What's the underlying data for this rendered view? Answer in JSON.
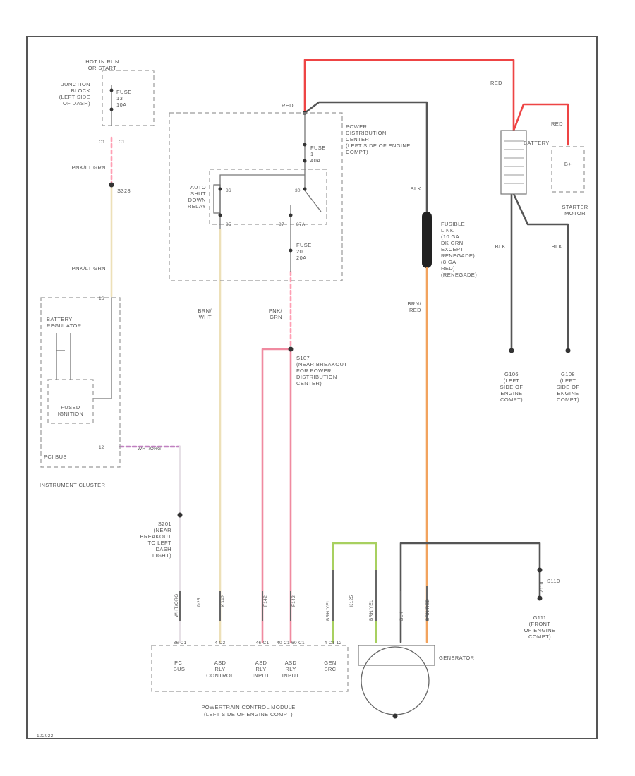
{
  "diagram_id": "102022",
  "colors": {
    "red": "#ee4444",
    "black": "#555555",
    "orange": "#f2a35e",
    "pink": "#f08aa0",
    "pink_dashed": "#ff9fb4",
    "yellow": "#ede0b8",
    "violet": "#c080c0",
    "green": "#a8d060",
    "frame": "#555555",
    "dashed_box": "#9a9a9a"
  },
  "labels": {
    "hot_in_run": [
      "HOT IN RUN",
      "OR START"
    ],
    "junction_block": [
      "JUNCTION",
      "BLOCK",
      "(LEFT SIDE",
      "OF DASH)"
    ],
    "fuse_13": [
      "FUSE",
      "13",
      "10A"
    ],
    "c1_left": "C1",
    "c1_right": "C1",
    "pnk_lt_grn_top": "PNK/LT GRN",
    "s328": "S328",
    "pnk_lt_grn_mid": "PNK/LT GRN",
    "instrument_cluster": "INSTRUMENT CLUSTER",
    "battery_regulator": [
      "BATTERY",
      "REGULATOR"
    ],
    "fused_ignition": [
      "FUSED",
      "IGNITION"
    ],
    "pci_bus_ic": "PCI BUS",
    "ic_pin_top": "16",
    "ic_pin_bottom": "12",
    "wht_org_ic": "WHT/ORG",
    "s201": [
      "S201",
      "(NEAR",
      "BREAKOUT",
      "TO LEFT",
      "DASH",
      "LIGHT)"
    ],
    "red_top": "RED",
    "pdc": [
      "POWER",
      "DISTRIBUTION",
      "CENTER",
      "(LEFT SIDE OF ENGINE",
      "COMPT)"
    ],
    "fuse_1": [
      "FUSE",
      "1",
      "40A"
    ],
    "asd_relay": [
      "AUTO",
      "SHUT",
      "DOWN",
      "RELAY"
    ],
    "relay_pins": {
      "p86": "86",
      "p85": "85",
      "p87": "87",
      "p87a": "87A",
      "p30": "30"
    },
    "fuse_20": [
      "FUSE",
      "20",
      "20A"
    ],
    "pnk_grn": [
      "PNK/",
      "GRN"
    ],
    "s107": [
      "S107",
      "(NEAR BREAKOUT",
      "FOR POWER",
      "DISTRIBUTION",
      "CENTER)"
    ],
    "brn_wht": [
      "BRN/",
      "WHT"
    ],
    "blk_fusible": "BLK",
    "fusible_link": [
      "FUSIBLE",
      "LINK",
      "(10 GA",
      "DK GRN",
      "EXCEPT",
      "RENEGADE)",
      "(8 GA",
      "RED)",
      "(RENEGADE)"
    ],
    "brn_red": [
      "BRN/",
      "RED"
    ],
    "red_right": "RED",
    "battery": "BATTERY",
    "red_battery": "RED",
    "b_plus": "B+",
    "starter_motor": [
      "STARTER",
      "MOTOR"
    ],
    "blk_left": "BLK",
    "blk_right": "BLK",
    "g106": [
      "G106",
      "(LEFT",
      "SIDE OF",
      "ENGINE",
      "COMPT)"
    ],
    "g108": [
      "G108",
      "(LEFT",
      "SIDE OF",
      "ENGINE",
      "COMPT)"
    ],
    "s110": "S110",
    "g111": [
      "G111",
      "(FRONT",
      "OF ENGINE",
      "COMPT)"
    ],
    "generator": "GENERATOR",
    "pcm": [
      "POWERTRAIN CONTROL MODULE",
      "(LEFT SIDE OF ENGINE COMPT)"
    ],
    "pcm_pins": [
      "36  C1",
      "4  C2",
      "46  C1",
      "40  C1 60  C1",
      "4  C1 12"
    ],
    "pcm_boxes": [
      [
        "PCI",
        "BUS"
      ],
      [
        "ASD",
        "RLY",
        "CONTROL"
      ],
      [
        "ASD",
        "RLY",
        "INPUT"
      ],
      [
        "ASD",
        "RLY",
        "INPUT"
      ],
      [
        "GEN",
        "SRC"
      ]
    ],
    "wire_codes_bottom": [
      "WHT/ORG",
      "D25",
      "K342",
      "F142",
      "F142",
      "BRN/YEL",
      "K125",
      "BRN/YEL",
      "BRN/RED",
      "BLK",
      "Z110"
    ]
  }
}
